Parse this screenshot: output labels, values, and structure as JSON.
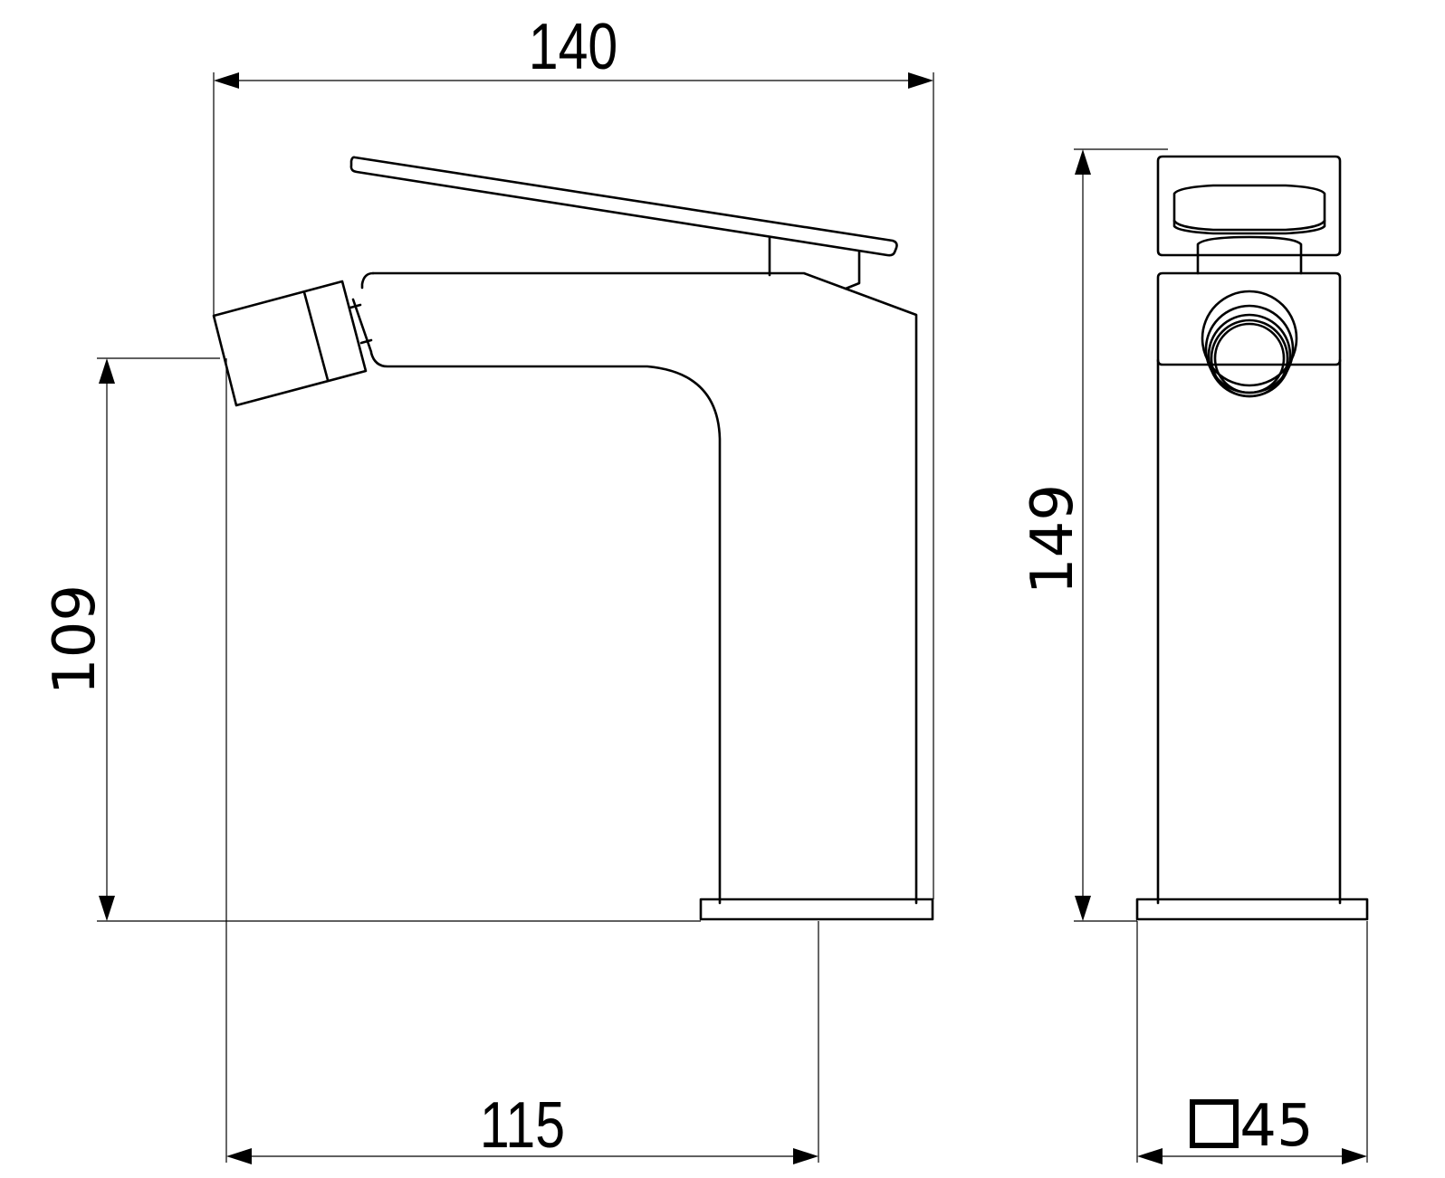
{
  "drawing": {
    "subject": "Bidet mixer faucet technical drawing",
    "views": [
      {
        "name": "side-view",
        "label": ""
      },
      {
        "name": "front-view",
        "label": ""
      }
    ],
    "units": "mm",
    "dimensions": {
      "overall_length": {
        "value": "140",
        "orientation": "horizontal"
      },
      "spout_height": {
        "value": "109",
        "orientation": "vertical"
      },
      "overall_height": {
        "value": "149",
        "orientation": "vertical"
      },
      "spout_reach": {
        "value": "115",
        "orientation": "horizontal"
      },
      "base_square": {
        "symbol": "□",
        "value": "45",
        "text": "□45",
        "orientation": "horizontal"
      }
    },
    "colors": {
      "line": "#000000",
      "background": "#ffffff"
    }
  }
}
